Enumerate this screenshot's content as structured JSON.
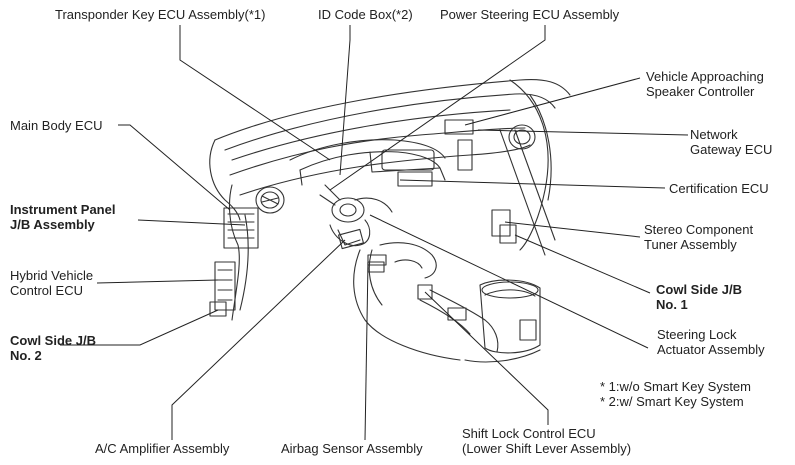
{
  "labels": {
    "transponder_key_ecu": "Transponder Key ECU Assembly(*1)",
    "id_code_box": "ID Code Box(*2)",
    "power_steering_ecu": "Power Steering ECU Assembly",
    "vehicle_approaching_l1": "Vehicle Approaching",
    "vehicle_approaching_l2": "Speaker Controller",
    "main_body_ecu": "Main Body ECU",
    "network_gateway_l1": "Network",
    "network_gateway_l2": "Gateway ECU",
    "instrument_panel_jb_l1": "Instrument Panel",
    "instrument_panel_jb_l2": "J/B Assembly",
    "certification_ecu": "Certification ECU",
    "stereo_component_l1": "Stereo Component",
    "stereo_component_l2": "Tuner Assembly",
    "hybrid_vehicle_l1": "Hybrid Vehicle",
    "hybrid_vehicle_l2": "Control ECU",
    "cowl_side_jb1_l1": "Cowl Side J/B",
    "cowl_side_jb1_l2": "No. 1",
    "cowl_side_jb2_l1": "Cowl Side J/B",
    "cowl_side_jb2_l2": "No. 2",
    "steering_lock_l1": "Steering Lock",
    "steering_lock_l2": "Actuator Assembly",
    "ac_amplifier": "A/C Amplifier Assembly",
    "airbag_sensor": "Airbag Sensor Assembly",
    "shift_lock_l1": "Shift Lock Control ECU",
    "shift_lock_l2": "(Lower Shift Lever Assembly)"
  },
  "notes": {
    "note1": "* 1:w/o Smart Key System",
    "note2": "* 2:w/ Smart Key System"
  }
}
